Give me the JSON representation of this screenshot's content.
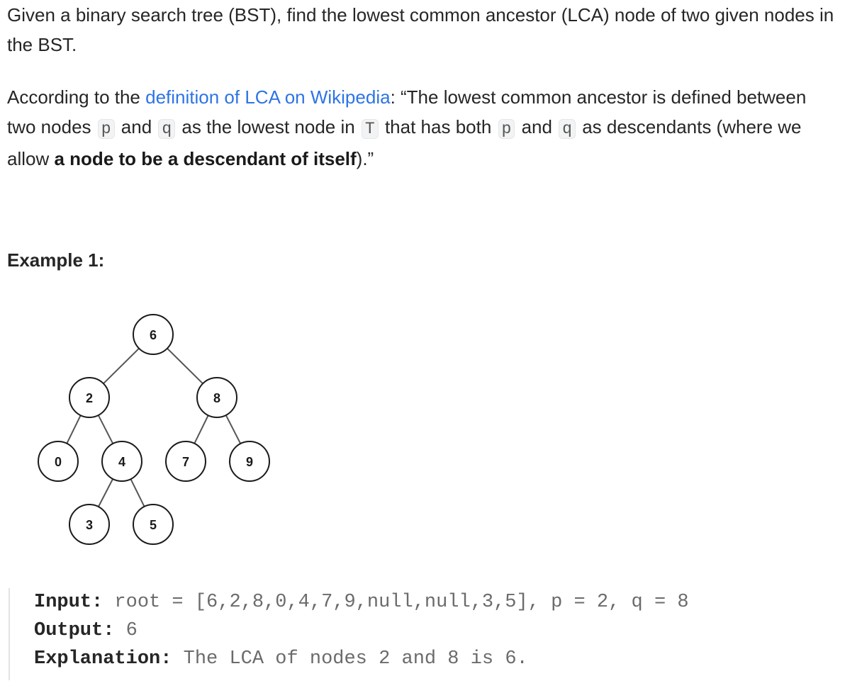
{
  "intro": "Given a binary search tree (BST), find the lowest common ancestor (LCA) node of two given nodes in the BST.",
  "definition": {
    "prefix": "According to the ",
    "link_text": "definition of LCA on Wikipedia",
    "after_link": ": “The lowest common ancestor is defined between two nodes ",
    "code_p": "p",
    "and1": " and ",
    "code_q": "q",
    "mid": " as the lowest node in ",
    "code_T": "T",
    "mid2": " that has both ",
    "code_p2": "p",
    "and2": " and ",
    "code_q2": "q",
    "mid3": " as descendants (where we allow ",
    "bold": "a node to be a descendant of itself",
    "end": ").”"
  },
  "example": {
    "title": "Example 1:",
    "tree": {
      "nodes": [
        "6",
        "2",
        "8",
        "0",
        "4",
        "7",
        "9",
        "3",
        "5"
      ],
      "edges": [
        [
          "6",
          "2"
        ],
        [
          "6",
          "8"
        ],
        [
          "2",
          "0"
        ],
        [
          "2",
          "4"
        ],
        [
          "8",
          "7"
        ],
        [
          "8",
          "9"
        ],
        [
          "4",
          "3"
        ],
        [
          "4",
          "5"
        ]
      ]
    },
    "input_label": "Input:",
    "input_value": " root = [6,2,8,0,4,7,9,null,null,3,5], p = 2, q = 8",
    "output_label": "Output:",
    "output_value": " 6",
    "explanation_label": "Explanation:",
    "explanation_value": " The LCA of nodes 2 and 8 is 6."
  }
}
